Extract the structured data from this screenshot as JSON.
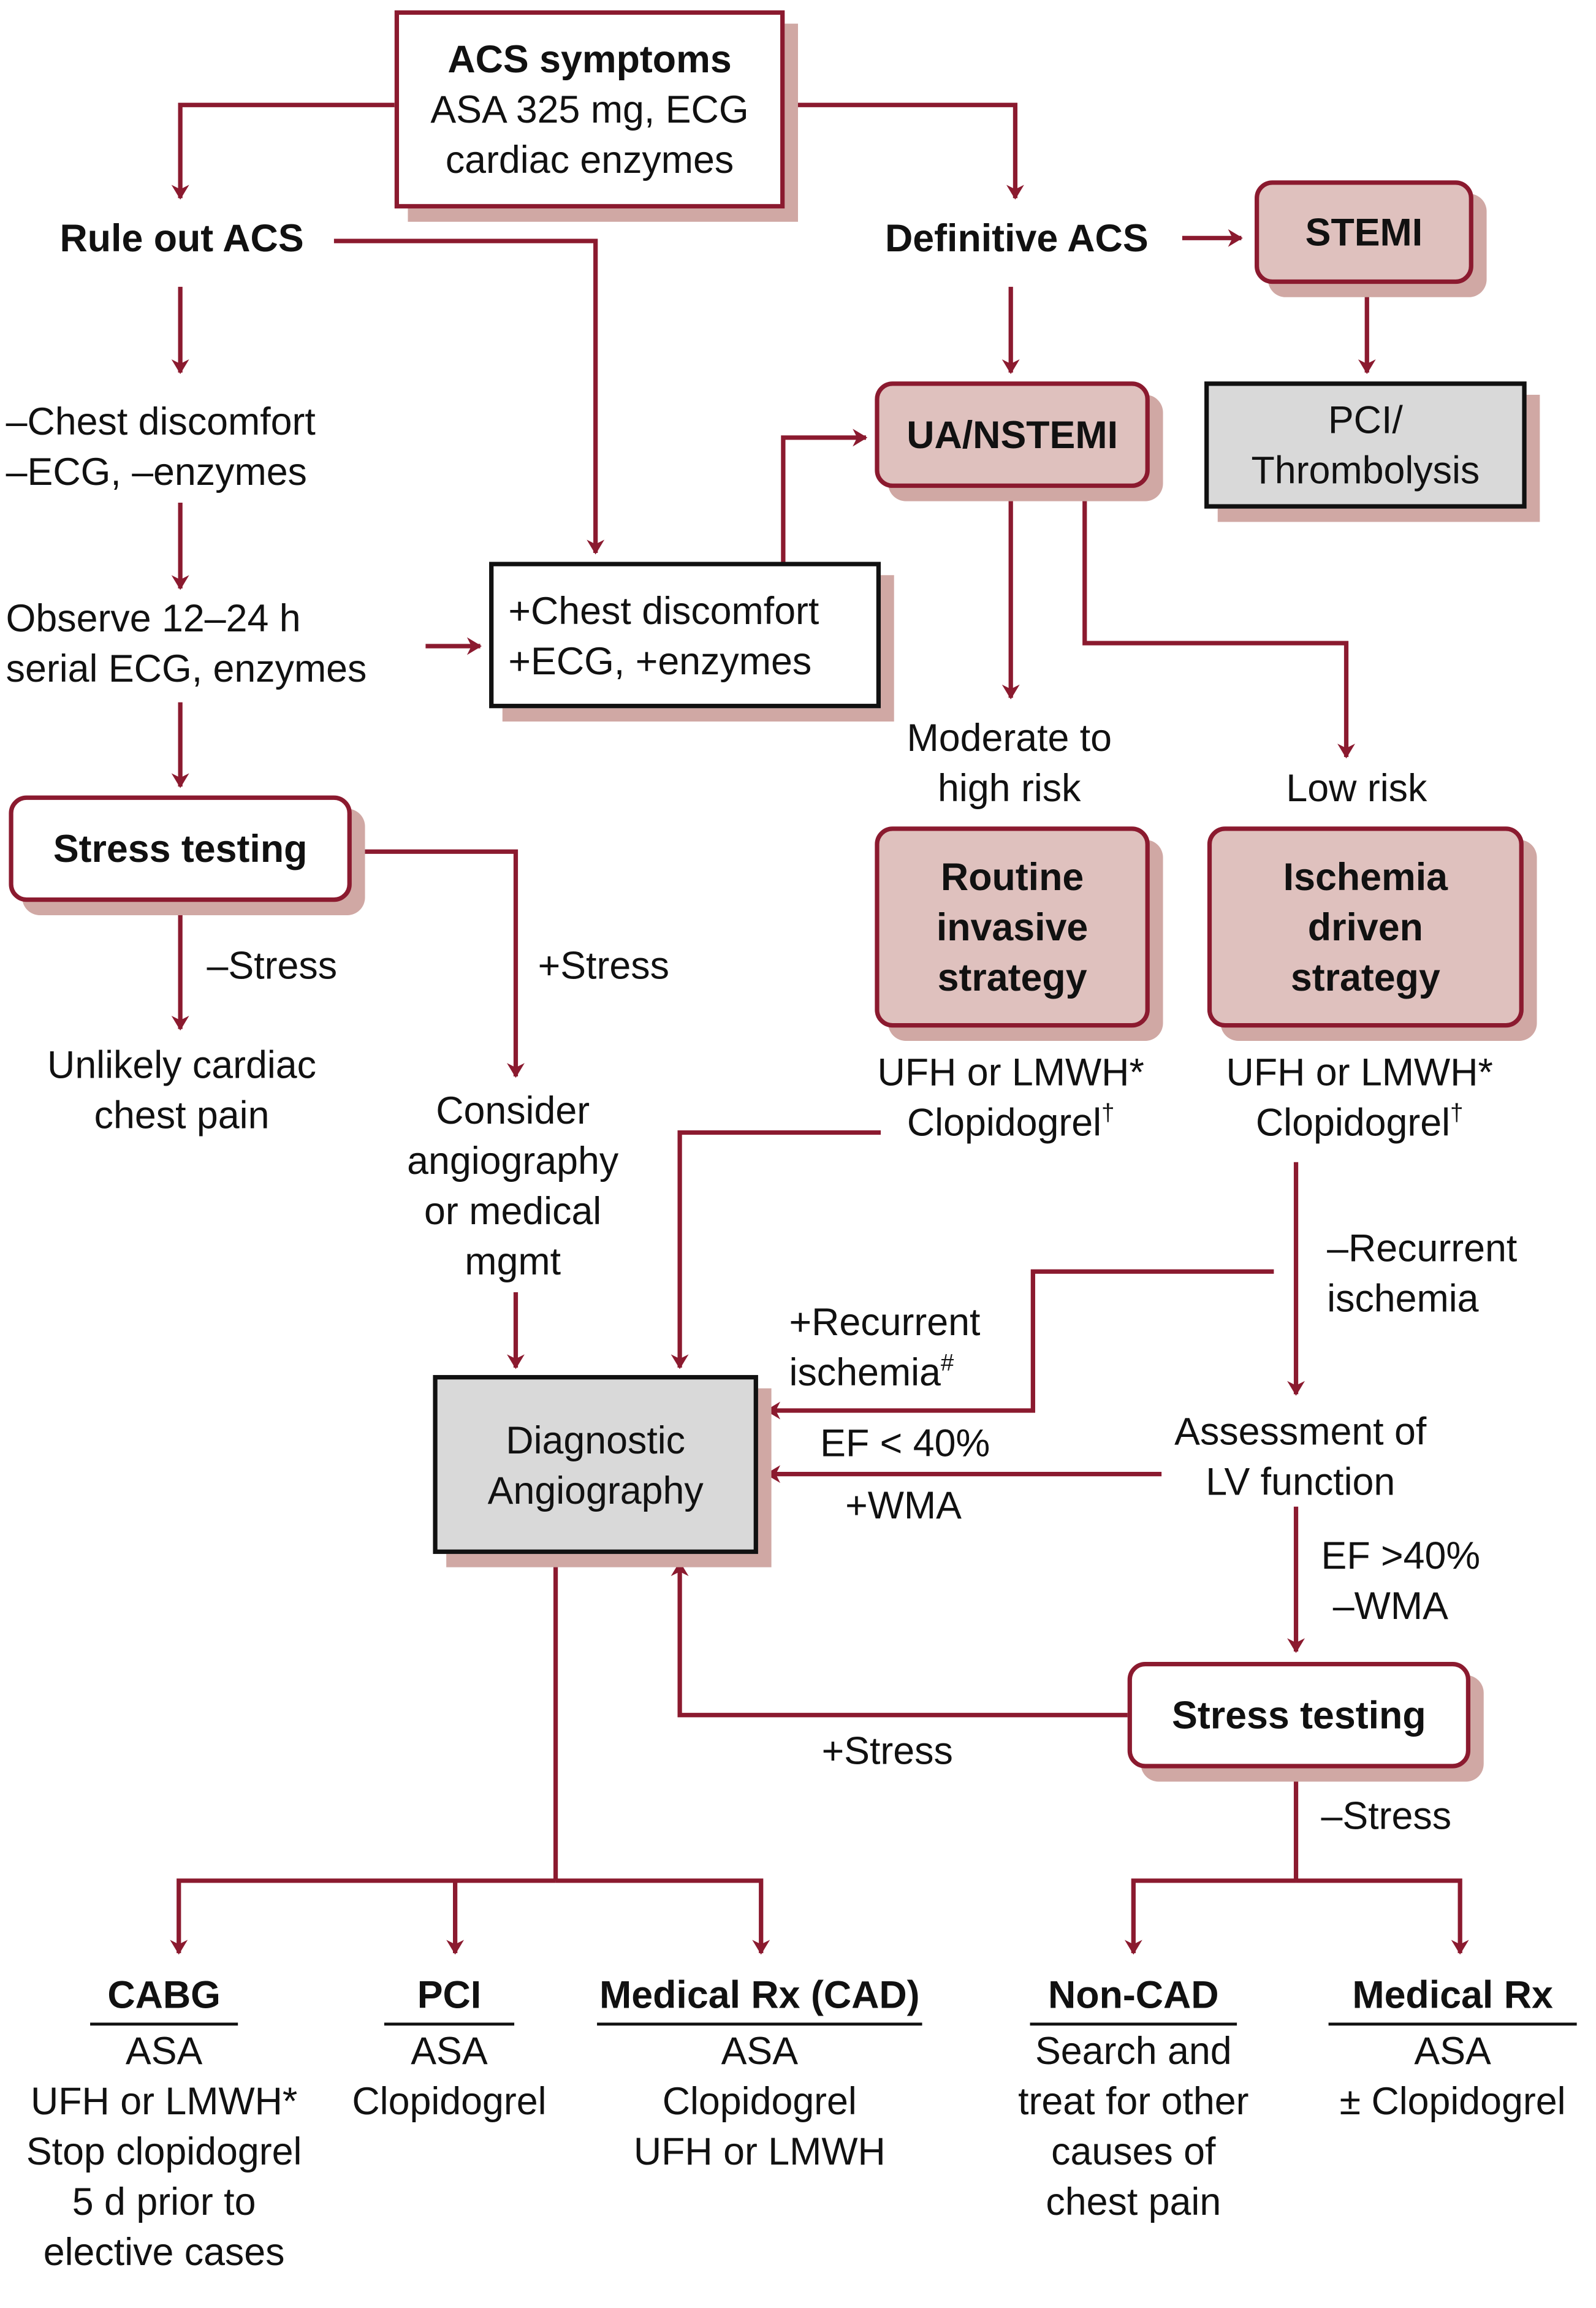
{
  "diagram": {
    "title": "ACS management algorithm",
    "colors": {
      "connector": "#8b1a2f",
      "pink_fill": "#dfc1be",
      "shadow": "#d0a8a4",
      "gray_fill": "#d9d9d9"
    },
    "nodes": {
      "acs_symptoms": {
        "title": "ACS symptoms",
        "line1": "ASA 325 mg, ECG",
        "line2": "cardiac enzymes"
      },
      "rule_out": "Rule out ACS",
      "definitive": "Definitive ACS",
      "stemi": "STEMI",
      "pci_thrombolysis": {
        "line1": "PCI/",
        "line2": "Thrombolysis"
      },
      "neg_findings": {
        "line1": "–Chest discomfort",
        "line2": "–ECG, –enzymes"
      },
      "observe": {
        "line1": "Observe 12–24 h",
        "line2": "serial ECG, enzymes"
      },
      "pos_findings": {
        "line1": "+Chest discomfort",
        "line2": "+ECG, +enzymes"
      },
      "ua_nstemi": "UA/NSTEMI",
      "stress_testing_1": "Stress testing",
      "neg_stress_1": "–Stress",
      "pos_stress_1": "+Stress",
      "unlikely": {
        "line1": "Unlikely cardiac",
        "line2": "chest pain"
      },
      "consider": {
        "line1": "Consider",
        "line2": "angiography",
        "line3": "or medical",
        "line4": "mgmt"
      },
      "mod_high_risk": {
        "line1": "Moderate to",
        "line2": "high risk"
      },
      "low_risk": "Low risk",
      "routine_invasive": {
        "line1": "Routine",
        "line2": "invasive",
        "line3": "strategy"
      },
      "ischemia_driven": {
        "line1": "Ischemia",
        "line2": "driven",
        "line3": "strategy"
      },
      "meds_routine": {
        "line1": "UFH or LMWH*",
        "line2": "Clopidogrel",
        "sup": "†"
      },
      "meds_ischemia": {
        "line1": "UFH or LMWH*",
        "line2": "Clopidogrel",
        "sup": "†"
      },
      "neg_recurrent": {
        "line1": "–Recurrent",
        "line2": "ischemia"
      },
      "pos_recurrent": {
        "line1": "+Recurrent",
        "line2": "ischemia",
        "sup": "#"
      },
      "diagnostic_angio": {
        "line1": "Diagnostic",
        "line2": "Angiography"
      },
      "ef_low": "EF < 40%",
      "pos_wma": "+WMA",
      "assessment_lv": {
        "line1": "Assessment of",
        "line2": "LV function"
      },
      "ef_high": {
        "line1": "EF >40%",
        "line2": "–WMA"
      },
      "stress_testing_2": "Stress testing",
      "pos_stress_2": "+Stress",
      "neg_stress_2": "–Stress"
    },
    "outcomes": [
      {
        "head": "CABG",
        "lines": [
          "ASA",
          "UFH or LMWH*",
          "Stop clopidogrel",
          "5 d prior to",
          "elective cases"
        ]
      },
      {
        "head": "PCI",
        "lines": [
          "ASA",
          "Clopidogrel"
        ]
      },
      {
        "head": "Medical Rx (CAD)",
        "lines": [
          "ASA",
          "Clopidogrel",
          "UFH or LMWH"
        ]
      },
      {
        "head": "Non-CAD",
        "lines": [
          "Search and",
          "treat for other",
          "causes of",
          "chest pain"
        ]
      },
      {
        "head": "Medical Rx",
        "lines": [
          "ASA",
          "± Clopidogrel"
        ]
      }
    ]
  }
}
